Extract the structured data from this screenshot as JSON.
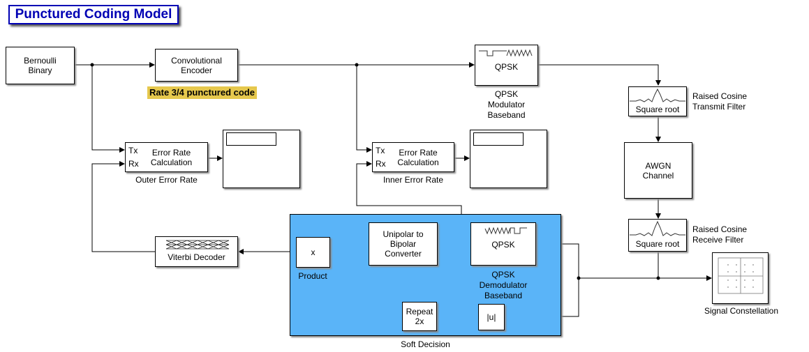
{
  "title": "Punctured Coding Model",
  "annotation": "Rate 3/4 punctured code",
  "blocks": {
    "bernoulli": {
      "line1": "Bernoulli",
      "line2": "Binary"
    },
    "conv_encoder": {
      "line1": "Convolutional",
      "line2": "Encoder"
    },
    "qpsk_mod": {
      "text": "QPSK",
      "label1": "QPSK",
      "label2": "Modulator",
      "label3": "Baseband"
    },
    "tx_filter": {
      "text": "Square root",
      "label1": "Raised Cosine",
      "label2": "Transmit Filter"
    },
    "awgn": {
      "line1": "AWGN",
      "line2": "Channel"
    },
    "rx_filter": {
      "text": "Square root",
      "label1": "Raised Cosine",
      "label2": "Receive Filter"
    },
    "outer_err": {
      "line1": "Error Rate",
      "line2": "Calculation",
      "tx": "Tx",
      "rx": "Rx",
      "label": "Outer Error Rate"
    },
    "inner_err": {
      "line1": "Error Rate",
      "line2": "Calculation",
      "tx": "Tx",
      "rx": "Rx",
      "label": "Inner Error Rate"
    },
    "viterbi": {
      "text": "Viterbi Decoder"
    },
    "product": {
      "text": "x",
      "label": "Product"
    },
    "unipolar": {
      "line1": "Unipolar to",
      "line2": "Bipolar",
      "line3": "Converter"
    },
    "qpsk_demod": {
      "text": "QPSK",
      "label1": "QPSK",
      "label2": "Demodulator",
      "label3": "Baseband"
    },
    "repeat": {
      "line1": "Repeat",
      "line2": "2x"
    },
    "abs": {
      "text": "|u|"
    },
    "constellation": {
      "label": "Signal Constellation"
    },
    "soft_decision": {
      "label": "Soft Decision"
    }
  },
  "colors": {
    "title": "#0000b4",
    "subsystem": "#5ab4f8",
    "annotation": "#e6c84d"
  }
}
